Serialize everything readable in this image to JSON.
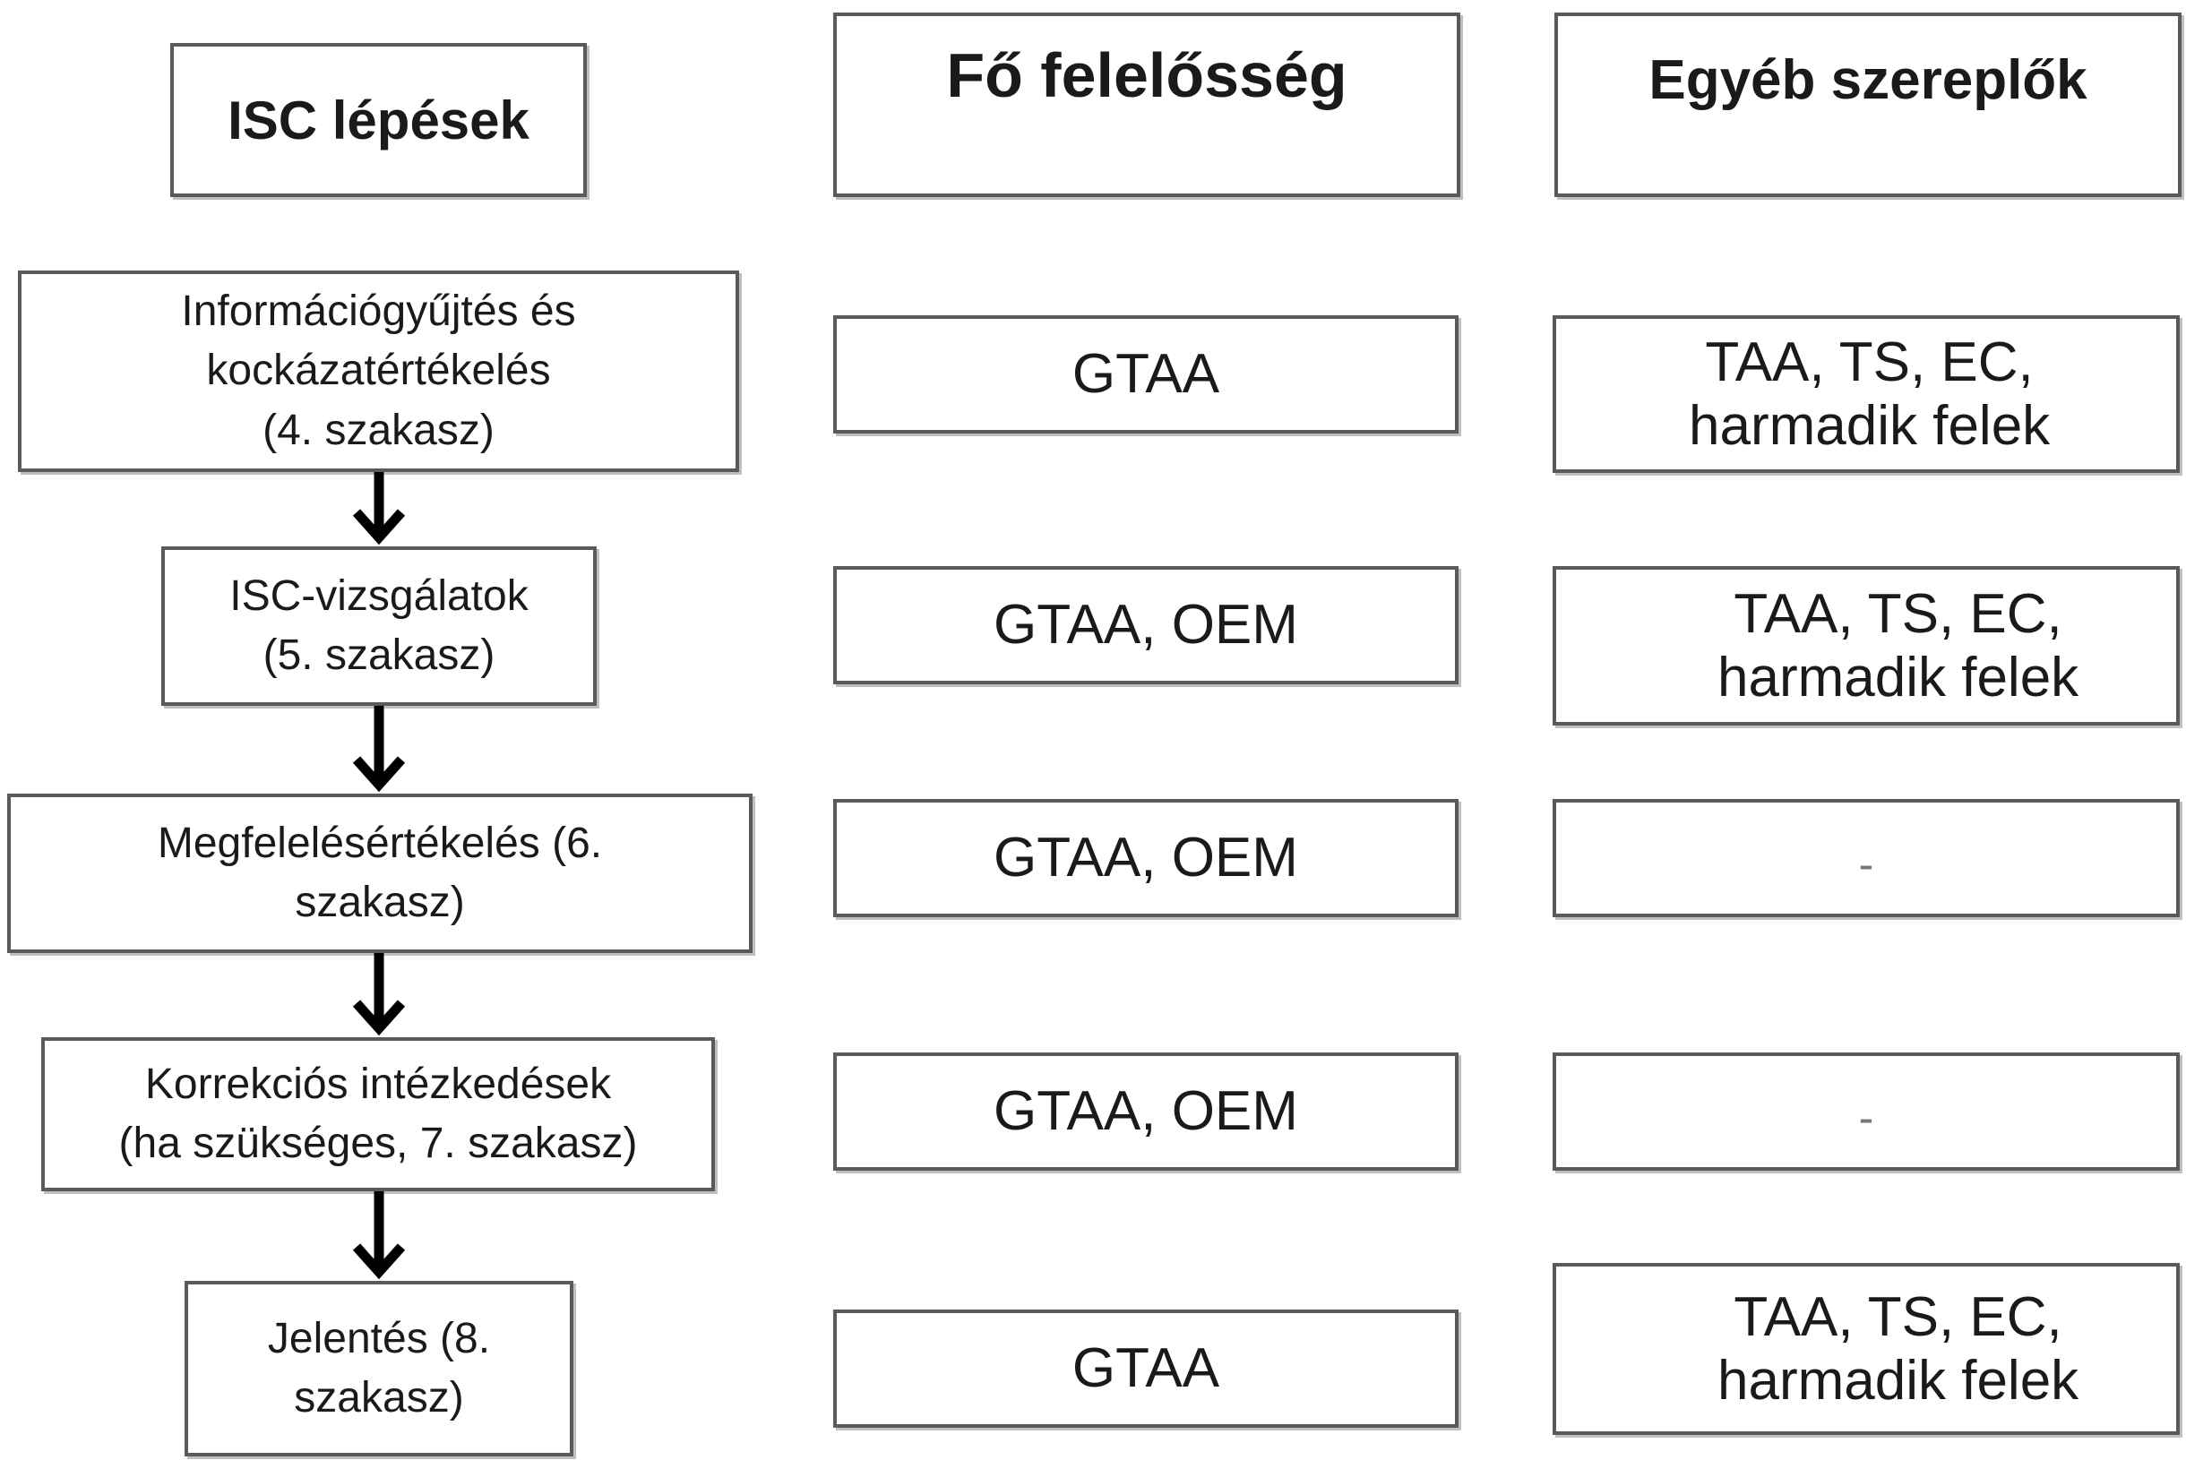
{
  "headers": {
    "steps": "ISC lépések",
    "responsibility": "Fő felelősség",
    "others": "Egyéb szereplők"
  },
  "rows": [
    {
      "step": "Információgyűjtés és\nkockázatértékelés\n(4. szakasz)",
      "responsibility": "GTAA",
      "others": "TAA, TS, EC,\nharmadik felek"
    },
    {
      "step": "ISC-vizsgálatok\n(5. szakasz)",
      "responsibility": "GTAA, OEM",
      "others": "TAA, TS, EC,\nharmadik felek"
    },
    {
      "step": "Megfelelésértékelés (6.\nszakasz)",
      "responsibility": "GTAA, OEM",
      "others": "-"
    },
    {
      "step": "Korrekciós intézkedések\n(ha szükséges, 7. szakasz)",
      "responsibility": "GTAA, OEM",
      "others": "-"
    },
    {
      "step": "Jelentés (8.\nszakasz)",
      "responsibility": "GTAA",
      "others": "TAA, TS, EC,\nharmadik felek"
    }
  ]
}
